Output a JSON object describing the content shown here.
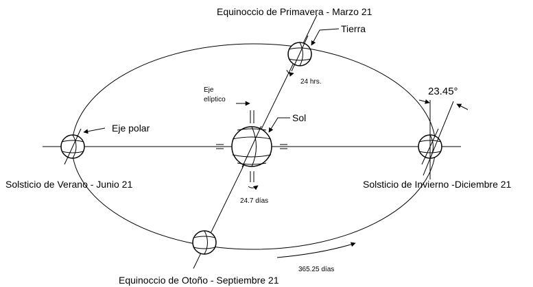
{
  "labels": {
    "spring_equinox": "Equinoccio de Primavera - Marzo 21",
    "earth": "Tierra",
    "hours": "24 hrs.",
    "ecliptic_axis_line1": "Eje",
    "ecliptic_axis_line2": "elíptico",
    "sun": "Sol",
    "tilt": "23.45°",
    "polar_axis": "Eje polar",
    "summer_solstice": "Solsticio de Verano - Junio 21",
    "winter_solstice": "Solsticio de Invierno -Diciembre 21",
    "sun_rotation": "24.7 días",
    "year": "365.25 días",
    "autumn_equinox": "Equinoccio de Otoño - Septiembre 21"
  }
}
